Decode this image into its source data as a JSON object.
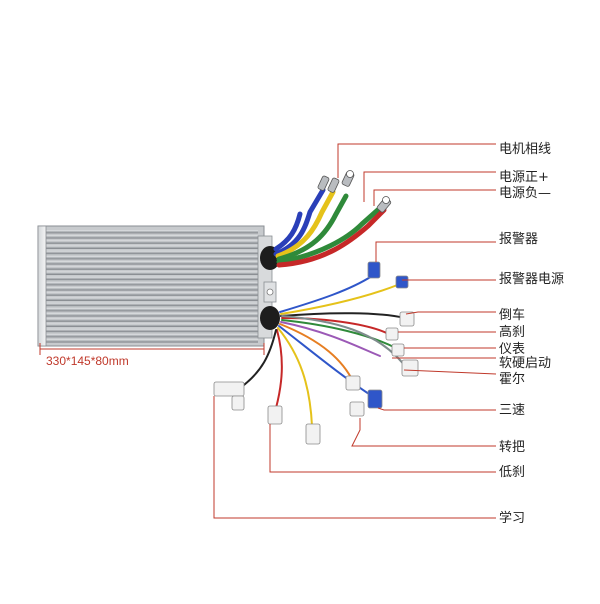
{
  "product": {
    "dimensions": "330*145*80mm"
  },
  "labels": [
    {
      "id": "motor-phase",
      "text": "电机相线"
    },
    {
      "id": "power-positive",
      "text": "电源正+"
    },
    {
      "id": "power-negative",
      "text": "电源负—"
    },
    {
      "id": "alarm",
      "text": "报警器"
    },
    {
      "id": "alarm-power",
      "text": "报警器电源"
    },
    {
      "id": "reverse",
      "text": "倒车"
    },
    {
      "id": "high-brake",
      "text": "高刹"
    },
    {
      "id": "meter",
      "text": "仪表"
    },
    {
      "id": "soft-hard-start",
      "text": "软硬启动"
    },
    {
      "id": "hall",
      "text": "霍尔"
    },
    {
      "id": "three-speed",
      "text": "三速"
    },
    {
      "id": "throttle",
      "text": "转把"
    },
    {
      "id": "low-brake",
      "text": "低刹"
    },
    {
      "id": "learn",
      "text": "学习"
    }
  ],
  "colors": {
    "leader_line": "#c0392b",
    "housing": "#c9ccd0",
    "wire_blue": "#2a3fb8",
    "wire_yellow": "#e5c21a",
    "wire_green": "#2f8a3a",
    "wire_red": "#c62828",
    "connector_blue": "#2f56c9"
  }
}
